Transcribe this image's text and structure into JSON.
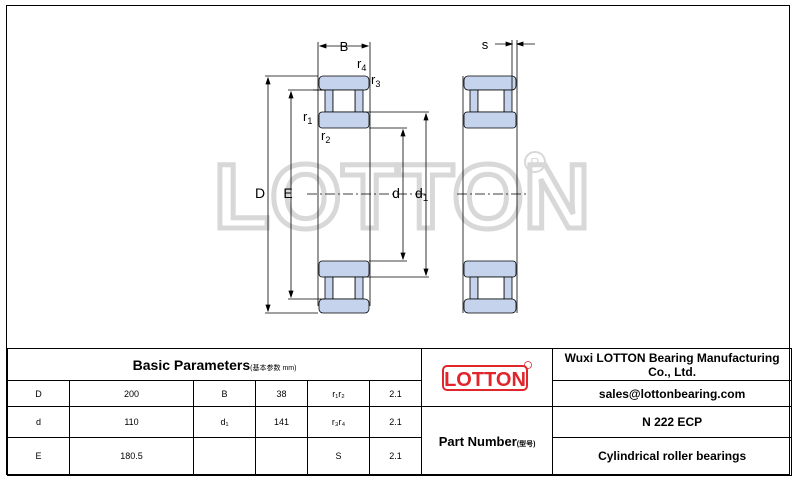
{
  "drawing": {
    "watermark": "LOTTON",
    "labels": {
      "B": "B",
      "s": "s",
      "r4": "r",
      "r4_sub": "4",
      "r3": "r",
      "r3_sub": "3",
      "r1": "r",
      "r1_sub": "1",
      "r2": "r",
      "r2_sub": "2",
      "D": "D",
      "E": "E",
      "d": "d",
      "d1": "d",
      "d1_sub": "1"
    },
    "colors": {
      "ring": "#c5d3ec",
      "line": "#000000",
      "watermark": "#d0d0d0"
    }
  },
  "table": {
    "title": "Basic Parameters",
    "title_sub": "(基本参数 mm)",
    "logo_text": "LOTTON",
    "logo_color": "#e0262b",
    "company": "Wuxi LOTTON Bearing Manufacturing Co., Ltd.",
    "email": "sales@lottonbearing.com",
    "part_number_label": "Part Number",
    "part_number_sub": "(型号)",
    "part_number": "N  222 ECP",
    "bearing_type": "Cylindrical roller bearings",
    "rows": [
      {
        "k1": "D",
        "v1": "200",
        "k2": "B",
        "v2": "38",
        "k3": "r₁r₂",
        "v3": "2.1"
      },
      {
        "k1": "d",
        "v1": "110",
        "k2": "d₁",
        "v2": "141",
        "k3": "r₃r₄",
        "v3": "2.1"
      },
      {
        "k1": "E",
        "v1": "180.5",
        "k2": "",
        "v2": "",
        "k3": "S",
        "v3": "2.1"
      }
    ]
  }
}
